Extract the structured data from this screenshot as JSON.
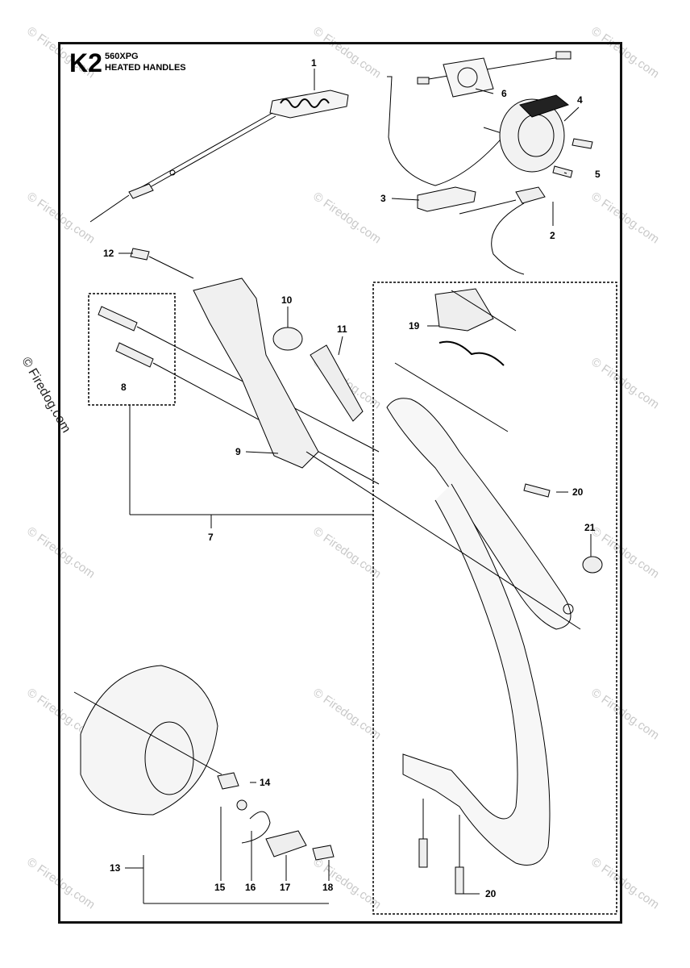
{
  "sheet": {
    "code": "K2",
    "model": "560XPG",
    "title": "HEATED HANDLES"
  },
  "watermark": {
    "text": "© Firedog.com",
    "side_text": "© Firedog.com"
  },
  "callouts": {
    "c1": "1",
    "c2": "2",
    "c3": "3",
    "c4": "4",
    "c5": "5",
    "c6": "6",
    "c7": "7",
    "c8": "8",
    "c9": "9",
    "c10": "10",
    "c11": "11",
    "c12": "12",
    "c13": "13",
    "c14": "14",
    "c15": "15",
    "c16": "16",
    "c17": "17",
    "c18": "18",
    "c19": "19",
    "c20a": "20",
    "c20b": "20",
    "c21": "21"
  }
}
